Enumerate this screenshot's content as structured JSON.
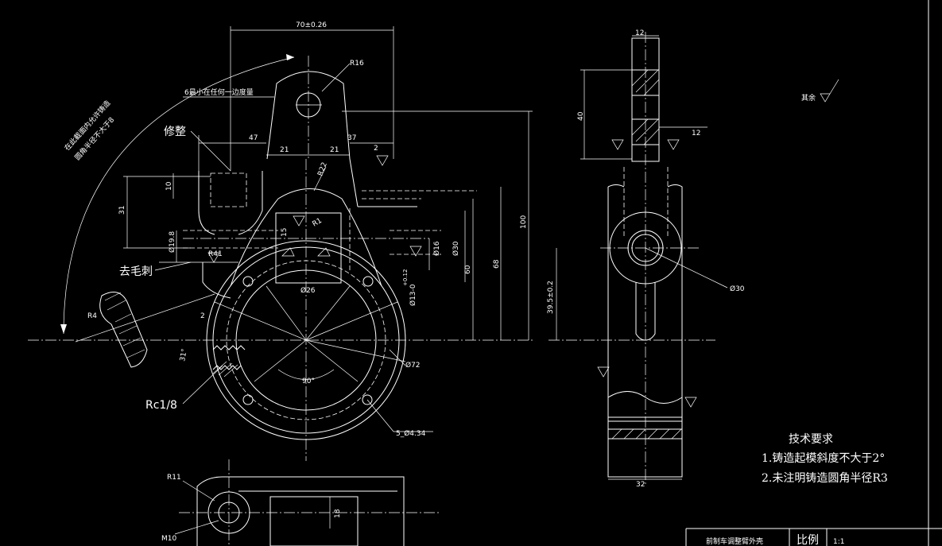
{
  "drawing": {
    "dims_top": {
      "overall_width": "70±0.26",
      "r16": "R16",
      "d47": "47",
      "d37": "37",
      "d21a": "21",
      "d21b": "21",
      "d2": "2"
    },
    "dims_left": {
      "d31": "31",
      "d10": "10",
      "phi19": "Ø19.8",
      "r41": "R41",
      "r4": "R4",
      "d2b": "2",
      "d31b": "31°"
    },
    "dims_center": {
      "r22": "R22",
      "r1": "R1",
      "d15": "15",
      "phi26": "Ø26",
      "phi16": "Ø16",
      "phi30": "Ø30",
      "d60": "60",
      "d68": "68",
      "d100": "100",
      "phi13": "Ø13-0",
      "d012": "+0.12",
      "ang90": "90°",
      "phi72": "Ø72",
      "holes": "5_Ø4.34",
      "rc": "Rc1/8"
    },
    "dims_side": {
      "w12top": "12",
      "h40": "40",
      "w12b": "12",
      "h39": "39.5±0.2",
      "phi30side": "Ø30",
      "w32": "32"
    },
    "dims_bottom": {
      "r11": "R11",
      "m10": "M10",
      "d18": "18"
    },
    "notes": {
      "arc_note_1": "在此截面内允许铸造",
      "arc_note_2": "圆角半径不大于8",
      "small_note": "6最小在任何一边度量",
      "trim": "修整",
      "deburr": "去毛刺",
      "rest": "其余"
    },
    "tech_requirements": {
      "heading": "技术要求",
      "item1": "1.铸造起模斜度不大于2°",
      "item2": "2.未注明铸造圆角半径R3"
    },
    "title_block": {
      "part_name": "前制车调整臂外壳",
      "scale_label": "比例",
      "scale_value": "1:1"
    }
  }
}
